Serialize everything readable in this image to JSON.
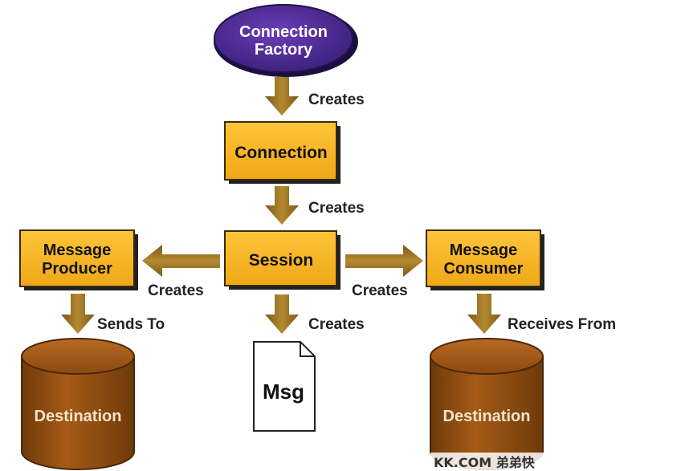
{
  "diagram": {
    "factory": {
      "line1": "Connection",
      "line2": "Factory"
    },
    "connection": "Connection",
    "session": "Session",
    "producer": {
      "line1": "Message",
      "line2": "Producer"
    },
    "consumer": {
      "line1": "Message",
      "line2": "Consumer"
    },
    "msg": "Msg",
    "destination_left": "Destination",
    "destination_right": "Destination",
    "labels": {
      "factory_creates": "Creates",
      "connection_creates": "Creates",
      "session_creates_producer": "Creates",
      "session_creates_consumer": "Creates",
      "session_creates_msg": "Creates",
      "sends_to": "Sends To",
      "receives_from": "Receives From"
    }
  },
  "watermark": "KK.COM 弟弟快",
  "colors": {
    "factory_fill": "#4b2a8c",
    "box_fill": "#f5b21e",
    "arrow": "#9a7220",
    "cylinder": "#8a4a10"
  }
}
